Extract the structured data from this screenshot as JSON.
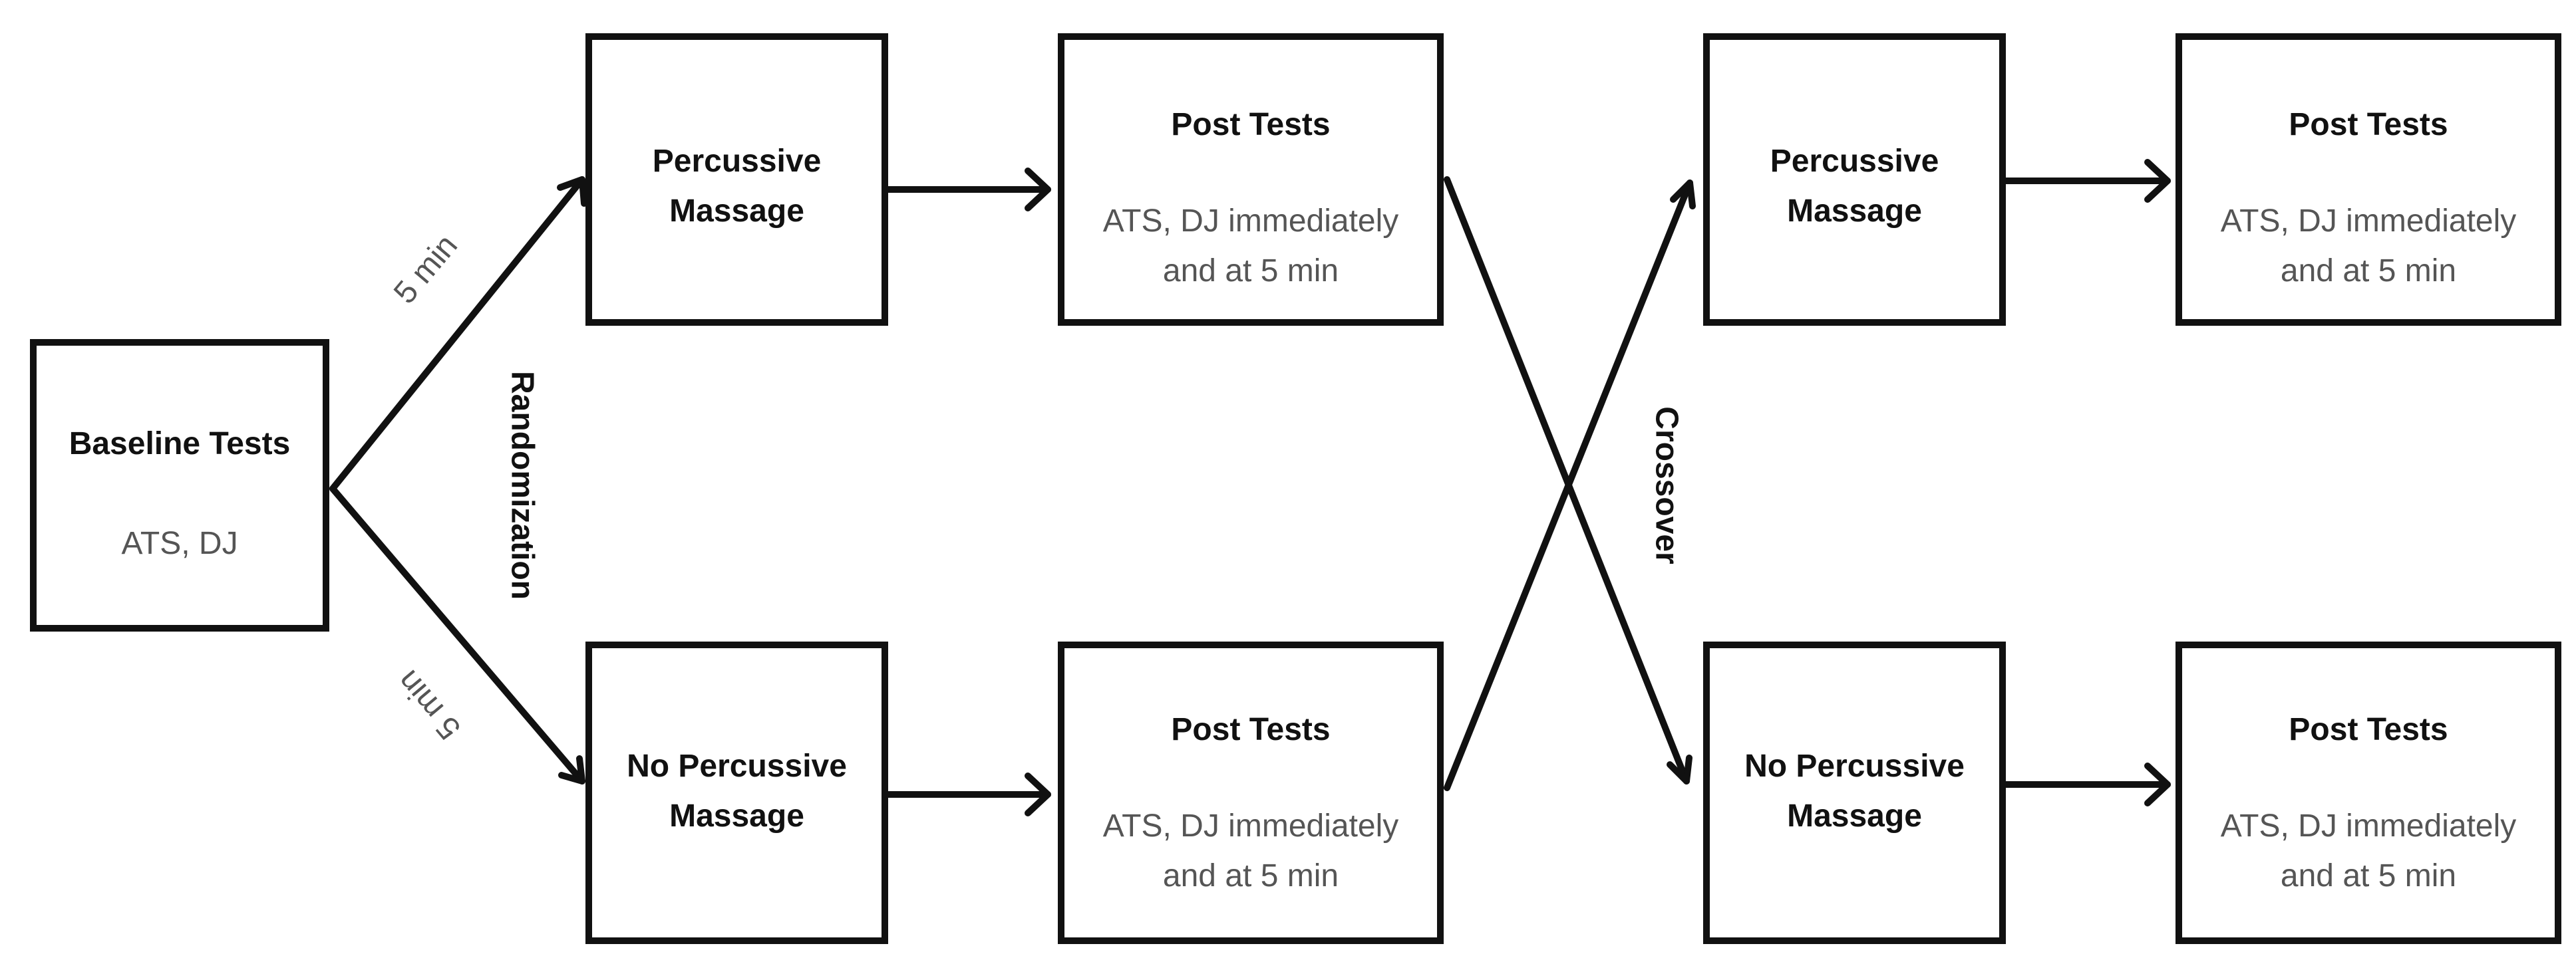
{
  "boxes": {
    "baseline": {
      "title": "Baseline Tests",
      "detail": "ATS, DJ"
    },
    "pm_top": {
      "title_lines": [
        "Percussive",
        "Massage"
      ]
    },
    "post_top": {
      "title": "Post Tests",
      "detail_lines": [
        "ATS, DJ immediately",
        "and at 5 min"
      ]
    },
    "pm_bottom": {
      "title_lines": [
        "No Percussive",
        "Massage"
      ]
    },
    "post_bottom": {
      "title": "Post Tests",
      "detail_lines": [
        "ATS, DJ immediately",
        "and at 5 min"
      ]
    },
    "pm_top_2": {
      "title_lines": [
        "Percussive",
        "Massage"
      ]
    },
    "post_top_2": {
      "title": "Post Tests",
      "detail_lines": [
        "ATS, DJ immediately",
        "and at 5 min"
      ]
    },
    "pm_bottom_2": {
      "title_lines": [
        "No Percussive",
        "Massage"
      ]
    },
    "post_bottom_2": {
      "title": "Post Tests",
      "detail_lines": [
        "ATS, DJ immediately",
        "and at 5 min"
      ]
    }
  },
  "labels": {
    "randomization": "Randomization",
    "crossover": "Crossover",
    "time_top": "5 min",
    "time_bottom": "5 min"
  },
  "colors": {
    "stroke": "#111111",
    "muted_text": "#555555"
  }
}
